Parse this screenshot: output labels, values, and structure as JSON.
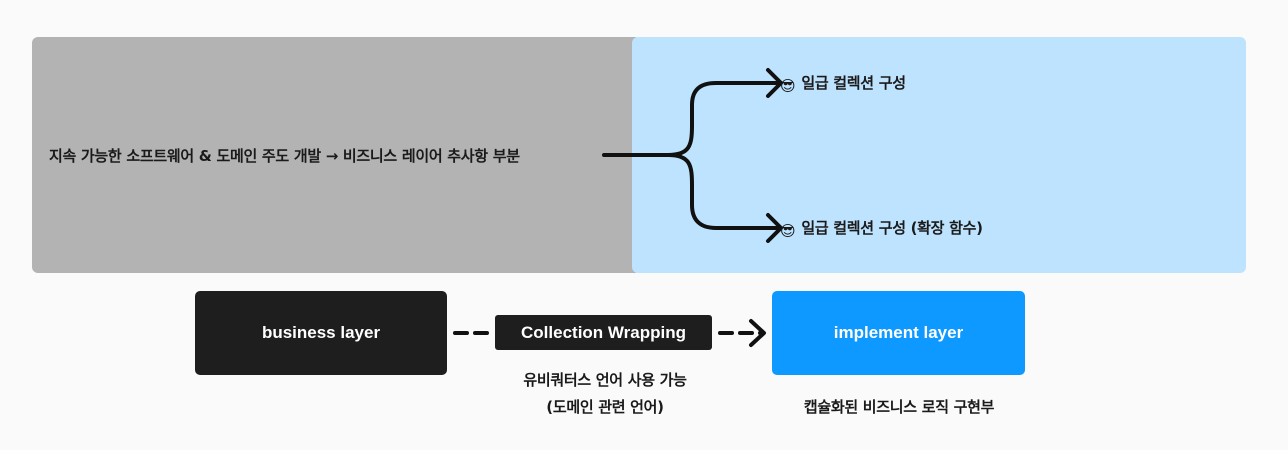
{
  "source": {
    "text": "지속 가능한 소프트웨어 & 도메인 주도 개발 → 비즈니스 레이어 추사항 부분"
  },
  "branches": [
    {
      "emoji": "😎",
      "label": "일급 컬렉션 구성"
    },
    {
      "emoji": "😎",
      "label": "일급 컬렉션 구성 (확장 함수)"
    }
  ],
  "flow": {
    "business_label": "business layer",
    "wrapping_label": "Collection Wrapping",
    "implement_label": "implement layer",
    "caption_mid_line1": "유비쿼터스 언어 사용 가능",
    "caption_mid_line2": "(도메인 관련 언어)",
    "caption_right": "캡슐화된 비즈니스 로직 구현부"
  },
  "colors": {
    "left_panel": "#b3b3b3",
    "right_panel": "#bee3ff",
    "dark_box": "#1e1e1e",
    "accent_box": "#0d99ff",
    "line": "#111111"
  }
}
